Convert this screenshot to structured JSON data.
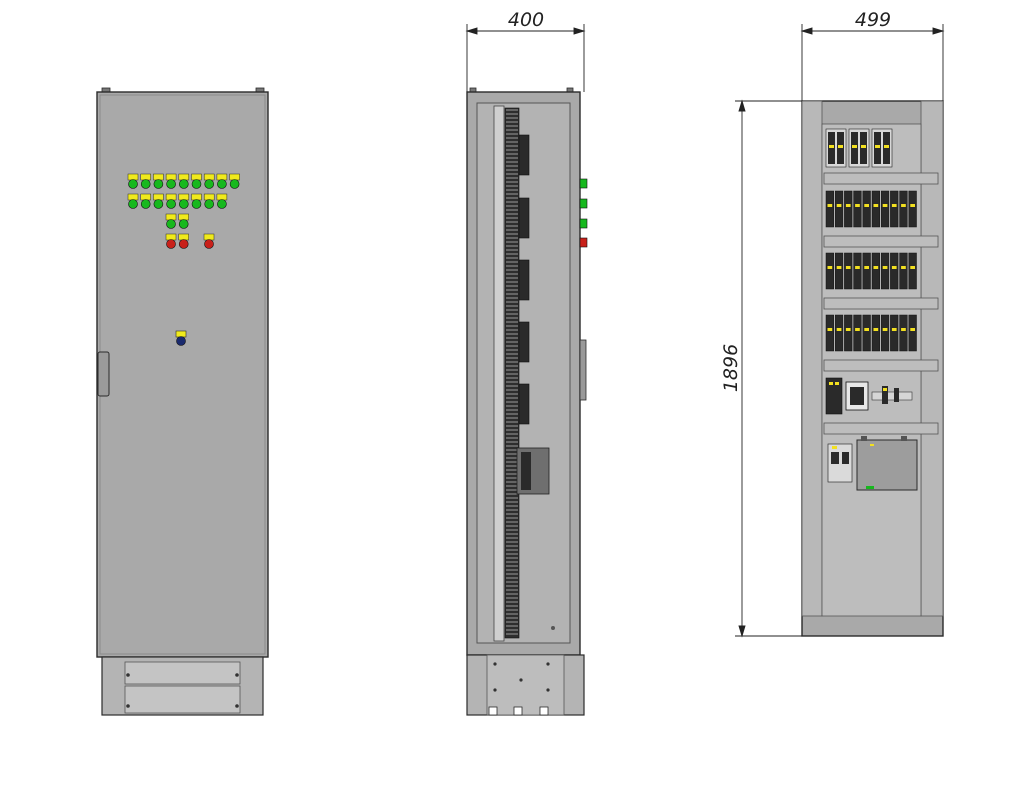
{
  "dimensions": {
    "side_width": "400",
    "back_width": "499",
    "height": "1896"
  },
  "colors": {
    "cabinet": "#a9a9a9",
    "cabinet_dark": "#7d7d7d",
    "outline": "#2b2b2b",
    "plinth": "#b4b4b4",
    "panel": "#c4c4c4",
    "lamp_cap": "#f0ea1c",
    "lamp_green": "#17b81e",
    "lamp_red": "#c8201a",
    "button_blue": "#1a2a6e",
    "device_dark": "#2a2a2a",
    "terminal_yellow": "#f2e020",
    "dim_line": "#222222"
  },
  "front_view": {
    "indicator_rows": [
      {
        "count": 9,
        "lamp": "green"
      },
      {
        "count": 8,
        "lamp": "green"
      },
      {
        "count": 2,
        "lamp": "green"
      },
      {
        "count": 3,
        "lamp": "red"
      }
    ],
    "center_button": "blue",
    "handle": "door-handle"
  },
  "side_view": {
    "door_lamps": [
      "green",
      "green",
      "green",
      "red"
    ],
    "mounted_devices": 6
  },
  "back_view": {
    "terminal_rows": [
      3,
      10,
      10,
      10
    ],
    "devices": [
      "relay-block",
      "contactor",
      "psu"
    ]
  }
}
